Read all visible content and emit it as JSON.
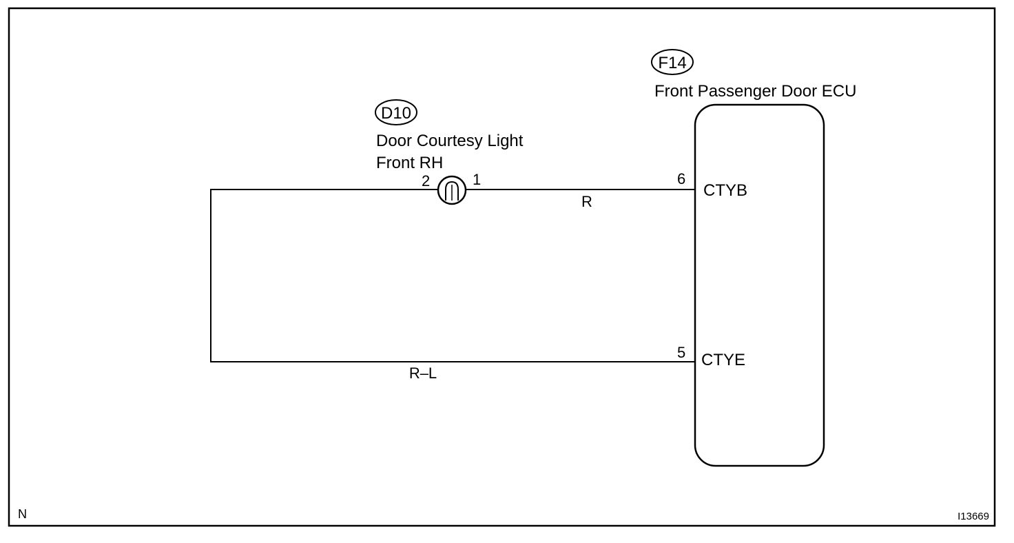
{
  "connectors": {
    "bulb": {
      "code": "D10",
      "name_line1": "Door Courtesy Light",
      "name_line2": "Front RH",
      "pin_left": "2",
      "pin_right": "1"
    },
    "ecu": {
      "code": "F14",
      "name": "Front Passenger Door ECU",
      "pins": [
        {
          "number": "6",
          "terminal": "CTYB"
        },
        {
          "number": "5",
          "terminal": "CTYE"
        }
      ]
    }
  },
  "wires": [
    {
      "color_code": "R"
    },
    {
      "color_code": "R–L"
    }
  ],
  "footer": {
    "left_code": "N",
    "figure_id": "I13669"
  }
}
